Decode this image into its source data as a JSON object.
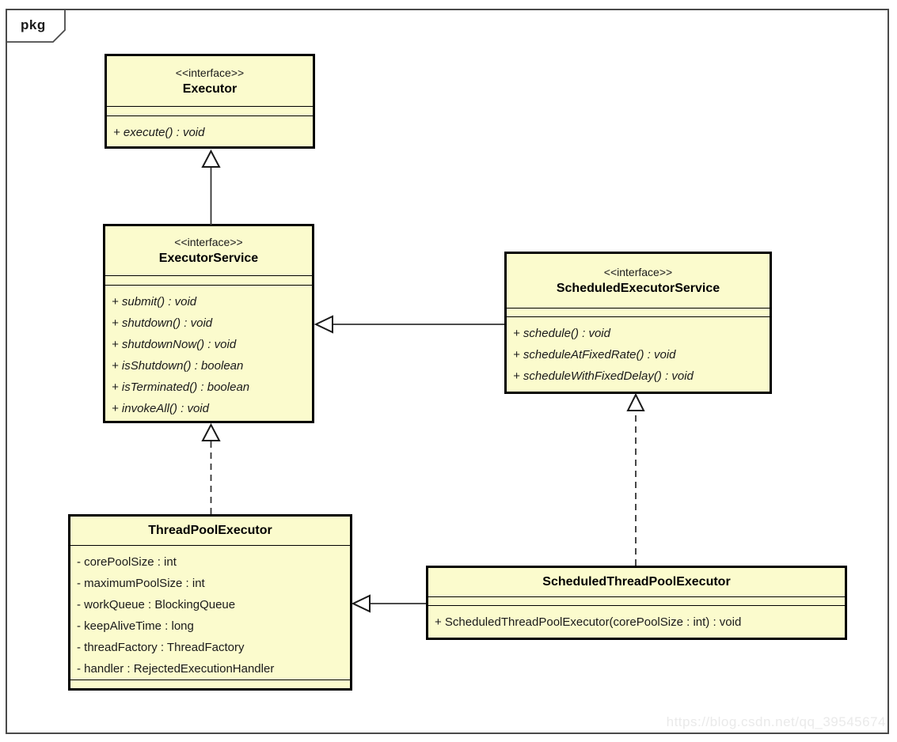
{
  "frame": {
    "tab_label": "pkg"
  },
  "watermark_text": "https://blog.csdn.net/qq_39545674",
  "colors": {
    "box_fill": "#FBFBCD",
    "box_border": "#000000",
    "frame_border": "#4a4a4a",
    "watermark_color": "#eaeaea"
  },
  "diagram": {
    "type": "uml-class-diagram",
    "classes": {
      "executor": {
        "stereotype": "<<interface>>",
        "name": "Executor",
        "attributes": [],
        "methods": [
          "+ execute() : void"
        ]
      },
      "executor_service": {
        "stereotype": "<<interface>>",
        "name": "ExecutorService",
        "attributes": [],
        "methods": [
          "+ submit() : void",
          "+ shutdown() : void",
          "+ shutdownNow() : void",
          "+ isShutdown() : boolean",
          "+ isTerminated() : boolean",
          "+ invokeAll() : void"
        ]
      },
      "scheduled_executor_service": {
        "stereotype": "<<interface>>",
        "name": "ScheduledExecutorService",
        "attributes": [],
        "methods": [
          "+ schedule() : void",
          "+ scheduleAtFixedRate() : void",
          "+ scheduleWithFixedDelay() : void"
        ]
      },
      "thread_pool_executor": {
        "name": "ThreadPoolExecutor",
        "attributes": [
          "- corePoolSize : int",
          "- maximumPoolSize : int",
          "- workQueue : BlockingQueue",
          "- keepAliveTime : long",
          "- threadFactory : ThreadFactory",
          "- handler : RejectedExecutionHandler"
        ],
        "methods": []
      },
      "scheduled_thread_pool_executor": {
        "name": "ScheduledThreadPoolExecutor",
        "attributes": [],
        "methods": [
          "+ ScheduledThreadPoolExecutor(corePoolSize : int) : void"
        ]
      }
    },
    "relationships": [
      {
        "from": "ExecutorService",
        "to": "Executor",
        "type": "generalization",
        "line": "solid"
      },
      {
        "from": "ScheduledExecutorService",
        "to": "ExecutorService",
        "type": "generalization",
        "line": "solid"
      },
      {
        "from": "ThreadPoolExecutor",
        "to": "ExecutorService",
        "type": "realization",
        "line": "dashed"
      },
      {
        "from": "ScheduledThreadPoolExecutor",
        "to": "ScheduledExecutorService",
        "type": "realization",
        "line": "dashed"
      },
      {
        "from": "ScheduledThreadPoolExecutor",
        "to": "ThreadPoolExecutor",
        "type": "generalization",
        "line": "solid"
      }
    ]
  }
}
